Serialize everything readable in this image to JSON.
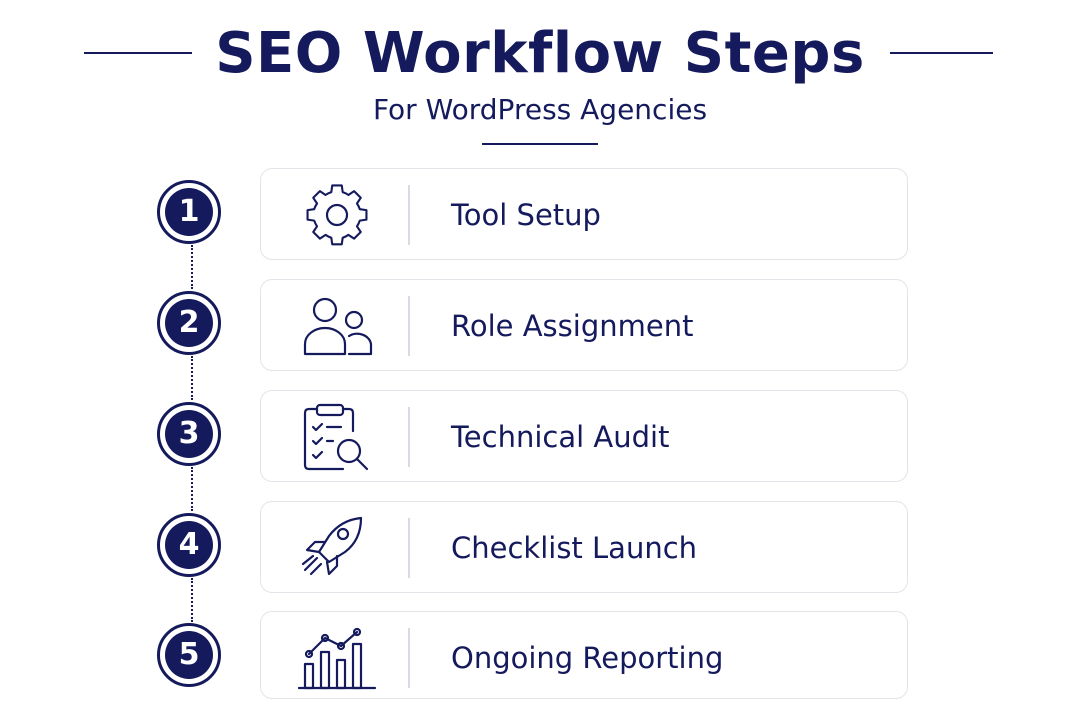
{
  "header": {
    "title": "SEO Workflow Steps",
    "subtitle": "For WordPress Agencies"
  },
  "steps": [
    {
      "number": "1",
      "label": "Tool Setup",
      "icon": "gear-icon"
    },
    {
      "number": "2",
      "label": "Role Assignment",
      "icon": "users-icon"
    },
    {
      "number": "3",
      "label": "Technical Audit",
      "icon": "clipboard-search-icon"
    },
    {
      "number": "4",
      "label": "Checklist Launch",
      "icon": "rocket-icon"
    },
    {
      "number": "5",
      "label": "Ongoing Reporting",
      "icon": "bar-chart-icon"
    }
  ],
  "colors": {
    "primary": "#141a5c",
    "card_border": "#e3e4ea",
    "background": "#ffffff"
  }
}
